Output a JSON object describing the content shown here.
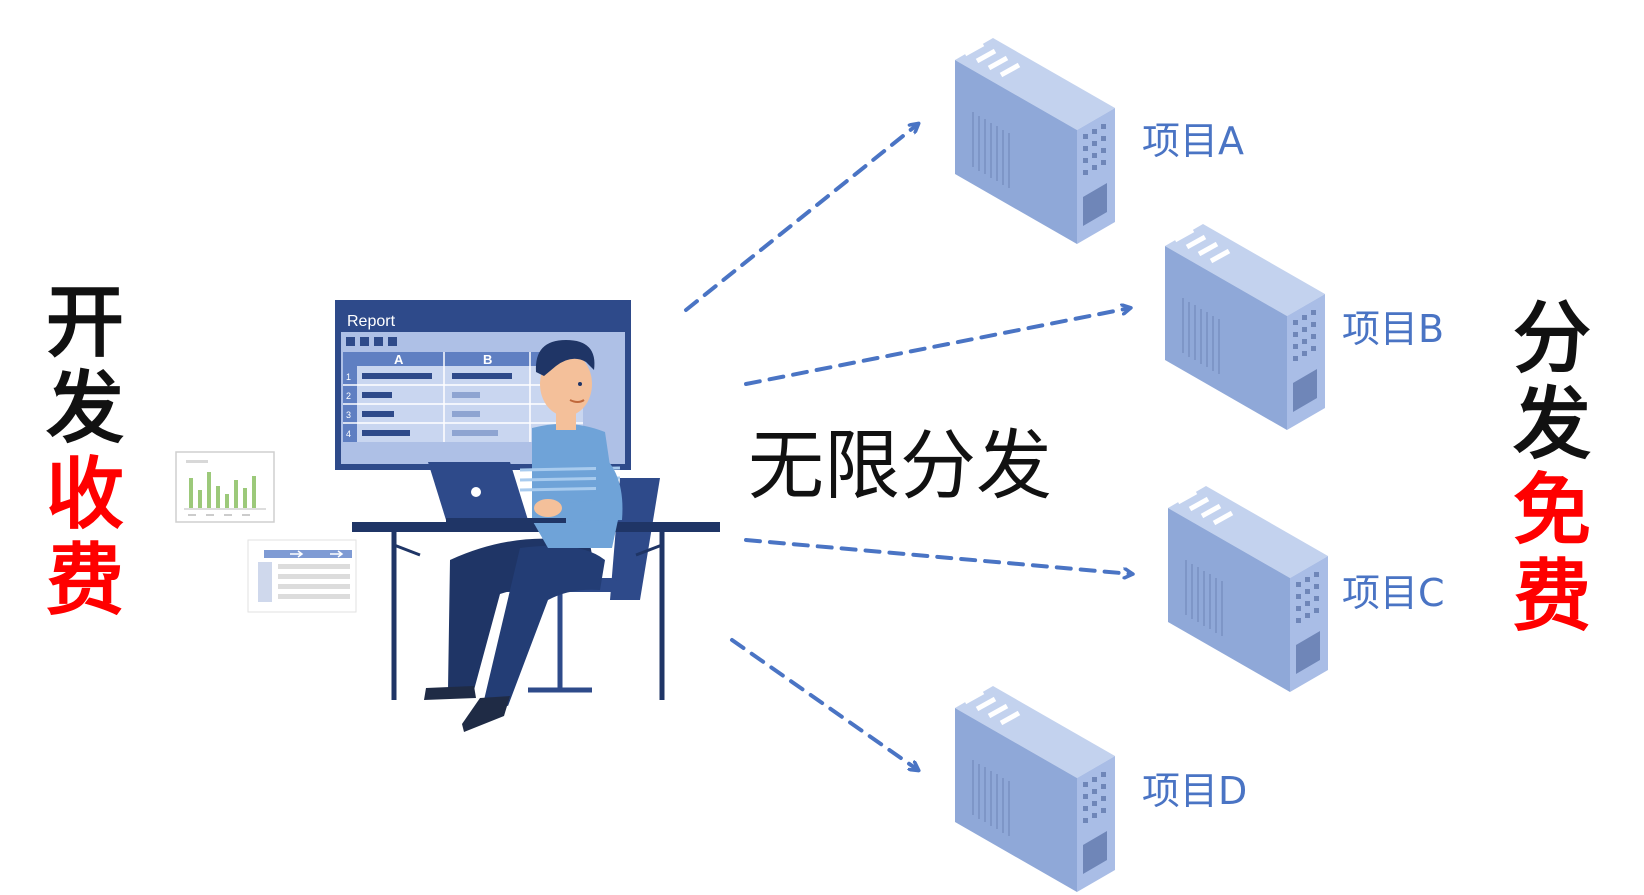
{
  "left_text": {
    "line1": "开发",
    "line2": "收费",
    "color_black": "#111111",
    "color_red": "#ff0000"
  },
  "right_text": {
    "line1": "分发",
    "line2": "免费",
    "color_black": "#111111",
    "color_red": "#ff0000"
  },
  "center_label": "无限分发",
  "monitor": {
    "title": "Report",
    "col_a": "A",
    "col_b": "B",
    "rows": [
      "1",
      "2",
      "3",
      "4"
    ]
  },
  "projects": [
    {
      "label": "项目A"
    },
    {
      "label": "项目B"
    },
    {
      "label": "项目C"
    },
    {
      "label": "项目D"
    }
  ],
  "colors": {
    "arrow": "#4a74c4",
    "server_body": "#8fa8d8",
    "server_side": "#9db4e2",
    "server_top": "#c3d2ee",
    "monitor_frame": "#2e4a8a",
    "monitor_screen": "#aec0e6",
    "person_shirt": "#6fa3d8",
    "person_pants": "#1f3566"
  }
}
